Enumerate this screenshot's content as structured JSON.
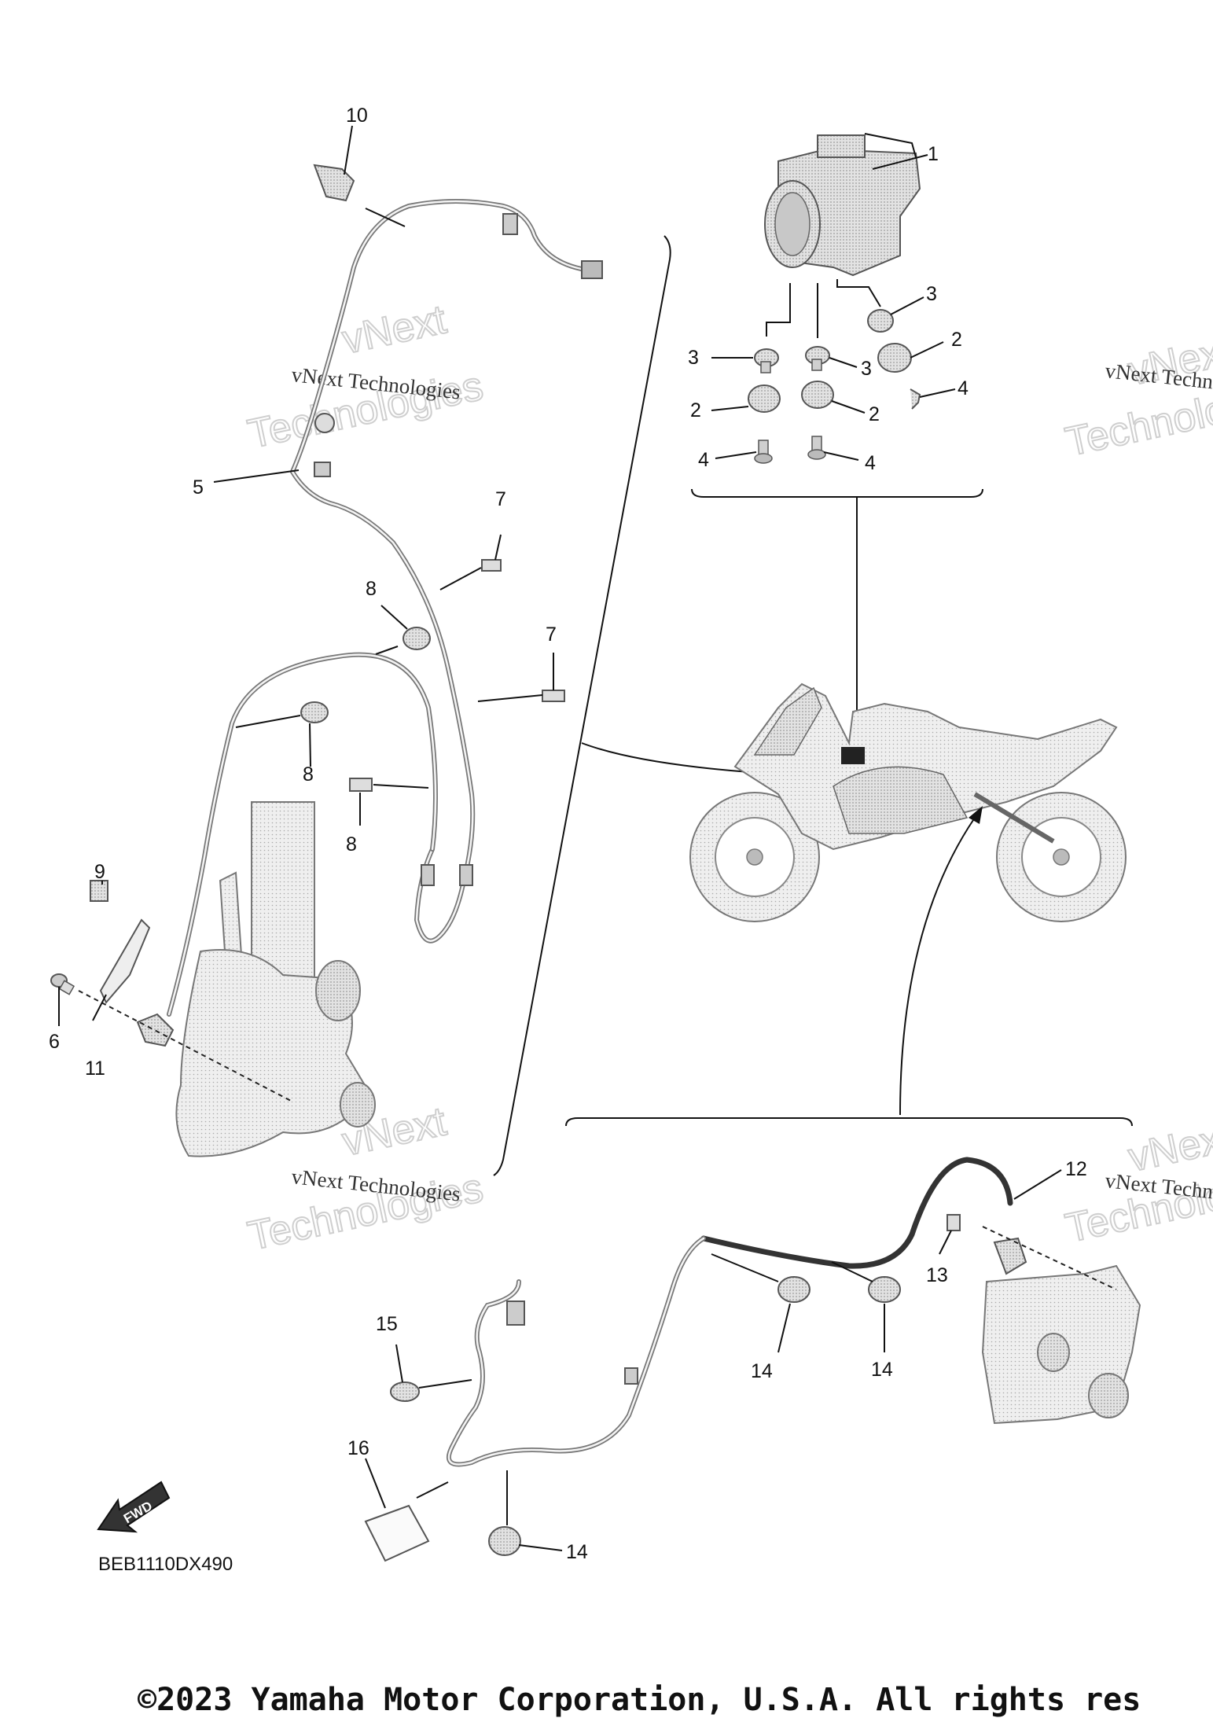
{
  "diagram": {
    "code": "BEB1110DX490",
    "copyright": "©2023 Yamaha Motor Corporation, U.S.A. All rights res",
    "fwd_label": "FWD",
    "watermark": {
      "line1": "vNext Technologies",
      "big1": "vNext",
      "big2": "Technologies"
    },
    "callouts": {
      "c1": "1",
      "c2a": "2",
      "c2b": "2",
      "c2c": "2",
      "c3a": "3",
      "c3b": "3",
      "c3c": "3",
      "c4a": "4",
      "c4b": "4",
      "c4c": "4",
      "c5": "5",
      "c6": "6",
      "c7a": "7",
      "c7b": "7",
      "c8a": "8",
      "c8b": "8",
      "c8c": "8",
      "c9": "9",
      "c10": "10",
      "c11": "11",
      "c12": "12",
      "c13": "13",
      "c14a": "14",
      "c14b": "14",
      "c14c": "14",
      "c15": "15",
      "c16": "16"
    }
  }
}
